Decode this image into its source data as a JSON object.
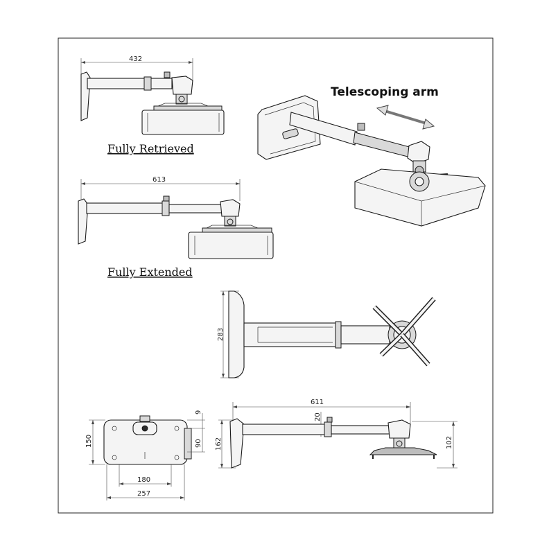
{
  "title": "Telescoping arm",
  "captions": {
    "retrieved": "Fully Retrieved",
    "extended": "Fully Extended"
  },
  "dimensions": {
    "retrieved_length": "432",
    "extended_length": "613",
    "plate_height": "283",
    "side_length": "611",
    "side_offset": "20",
    "side_plate_height": "162",
    "side_drop": "102",
    "mount_height": "150",
    "mount_offset": "9",
    "mount_hole_spacing": "90",
    "mount_inner_width": "180",
    "mount_width": "257"
  }
}
